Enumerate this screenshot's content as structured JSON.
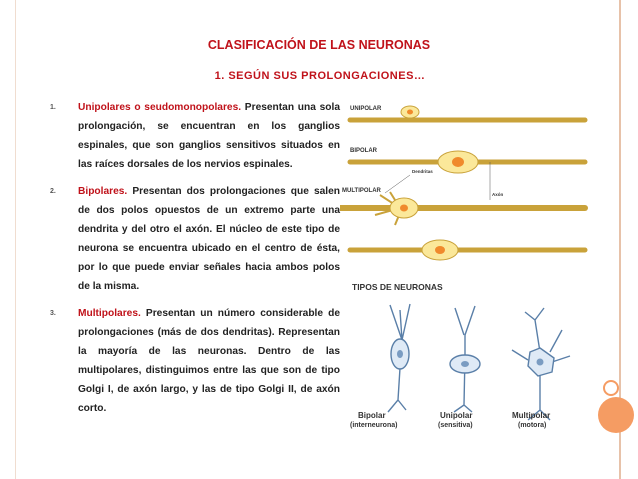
{
  "title": "CLASIFICACIÓN DE LAS NEURONAS",
  "subtitle": "1. SEGÚN SUS PROLONGACIONES…",
  "items": [
    {
      "number": "1.",
      "term": "Unipolares o seudomonopolares.",
      "text": " Presentan una sola prolongación, se encuentran en los ganglios espinales, que son ganglios sensitivos situados en las raíces dorsales de los nervios espinales."
    },
    {
      "number": "2.",
      "term": "Bipolares.",
      "text": " Presentan dos prolongaciones que salen de dos polos opuestos de un extremo parte una dendrita y del otro el axón. El núcleo de este tipo de neurona se encuentra ubicado en el centro de ésta, por lo que puede enviar señales hacia ambos polos de la misma."
    },
    {
      "number": "3.",
      "term": "Multipolares.",
      "text": " Presentan un número considerable de prolongaciones (más de dos dendritas). Representan la mayoría de las neuronas. Dentro de las multipolares, distinguimos entre las que son de tipo Golgi I, de axón largo, y las de tipo Golgi II, de axón corto."
    }
  ],
  "figure_top": {
    "label_unipolar": "UNIPOLAR",
    "label_bipolar": "BIPOLAR",
    "label_multipolar": "MULTIPOLAR",
    "label_dendrites": "Dendritas",
    "label_axon": "Axón"
  },
  "figure_bottom": {
    "title": "TIPOS DE NEURONAS",
    "caption_1a": "Bipolar",
    "caption_1b": "(interneurona)",
    "caption_2a": "Unipolar",
    "caption_2b": "(sensitiva)",
    "caption_3a": "Multipolar",
    "caption_3b": "(motora)"
  },
  "colors": {
    "heading": "#c0121a",
    "body_text": "#222222",
    "accent": "#f59c63",
    "neuron_fill": "#fbe89a",
    "nucleus_fill": "#f08a2c"
  }
}
